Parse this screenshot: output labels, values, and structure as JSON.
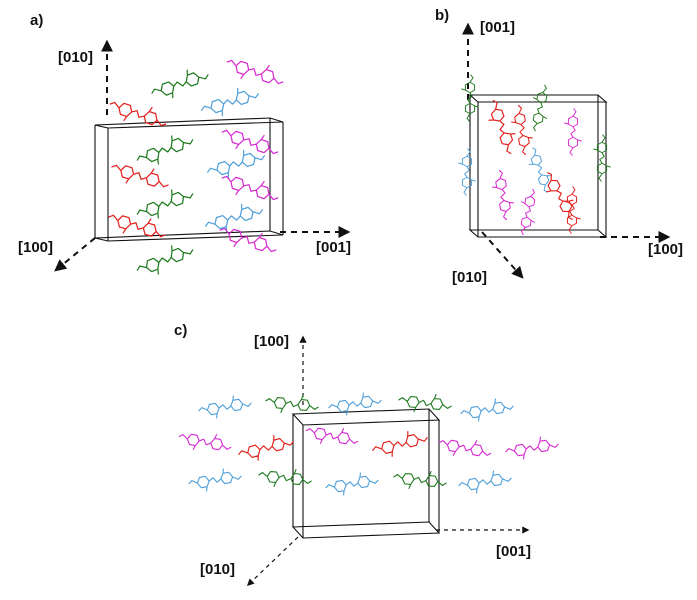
{
  "panels": [
    {
      "label": "a)",
      "axes": [
        "[010]",
        "[100]",
        "[001]"
      ]
    },
    {
      "label": "b)",
      "axes": [
        "[001]",
        "[100]",
        "[010]"
      ]
    },
    {
      "label": "c)",
      "axes": [
        "[100]",
        "[010]",
        "[001]"
      ]
    }
  ],
  "colors": {
    "red": "#e3201b",
    "green": "#1e7a1e",
    "blue": "#4f9fd8",
    "magenta": "#d62ad1",
    "outline": "#111111"
  }
}
